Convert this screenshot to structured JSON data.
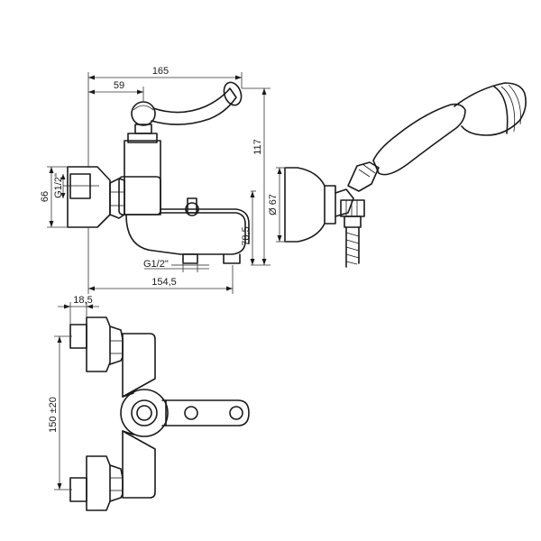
{
  "dimensions": {
    "overall_width": "165",
    "lever_offset": "59",
    "height": "117",
    "inlet_spacing_vertical": "66",
    "inlet_thread": "G1/2\"",
    "spout_height": "78,5",
    "outlet_thread": "G1/2\"",
    "spout_length": "154,5",
    "holder_diameter": "Ø 67",
    "wall_offset": "18,5",
    "inlet_centers": "150 ±20"
  }
}
